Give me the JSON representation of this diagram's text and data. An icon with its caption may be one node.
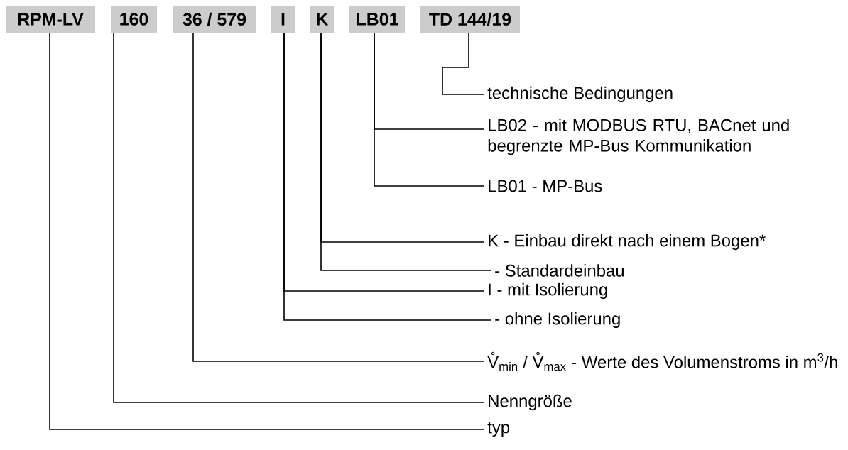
{
  "diagram": {
    "nodes": [
      {
        "text": [
          "RPM-LV"
        ]
      },
      {
        "text": [
          "160"
        ]
      },
      {
        "text": [
          "36 / 579"
        ]
      },
      {
        "text": [
          "I"
        ]
      },
      {
        "text": [
          "K"
        ]
      },
      {
        "text": [
          "LB01"
        ]
      },
      {
        "text": [
          "TD 144/19"
        ]
      },
      {
        "text": [
          "technische Bedingungen"
        ]
      },
      {
        "text": [
          "LB02 - mit MODBUS RTU, BACnet und begrenzte MP-Bus Kommunikation"
        ]
      },
      {
        "text": [
          "LB01  - MP-Bus"
        ]
      },
      {
        "text": [
          "K - Einbau direkt nach einem Bogen*"
        ]
      },
      {
        "text": [
          "- Standardeinbau"
        ]
      },
      {
        "text": [
          "I - mit Isolierung"
        ]
      },
      {
        "text": [
          "- ohne Isolierung"
        ]
      },
      {
        "text": [
          "V̊$_{min}$ / V̊$_{max}$ - Werte des Volumenstroms in m$^{3}$/h"
        ]
      },
      {
        "text": [
          "Nenngröße"
        ]
      },
      {
        "text": [
          "typ"
        ]
      }
    ],
    "edges": [
      {
        "from": 6,
        "to": 7,
        "arrow": "none"
      },
      {
        "from": 5,
        "to": 8,
        "arrow": "none"
      },
      {
        "from": 5,
        "to": 9,
        "arrow": "none"
      },
      {
        "from": 4,
        "to": 10,
        "arrow": "none"
      },
      {
        "from": 4,
        "to": 11,
        "arrow": "none"
      },
      {
        "from": 3,
        "to": 12,
        "arrow": "none"
      },
      {
        "from": 3,
        "to": 13,
        "arrow": "none"
      },
      {
        "from": 2,
        "to": 14,
        "arrow": "none"
      },
      {
        "from": 1,
        "to": 15,
        "arrow": "none"
      },
      {
        "from": 0,
        "to": 16,
        "arrow": "none"
      }
    ]
  }
}
